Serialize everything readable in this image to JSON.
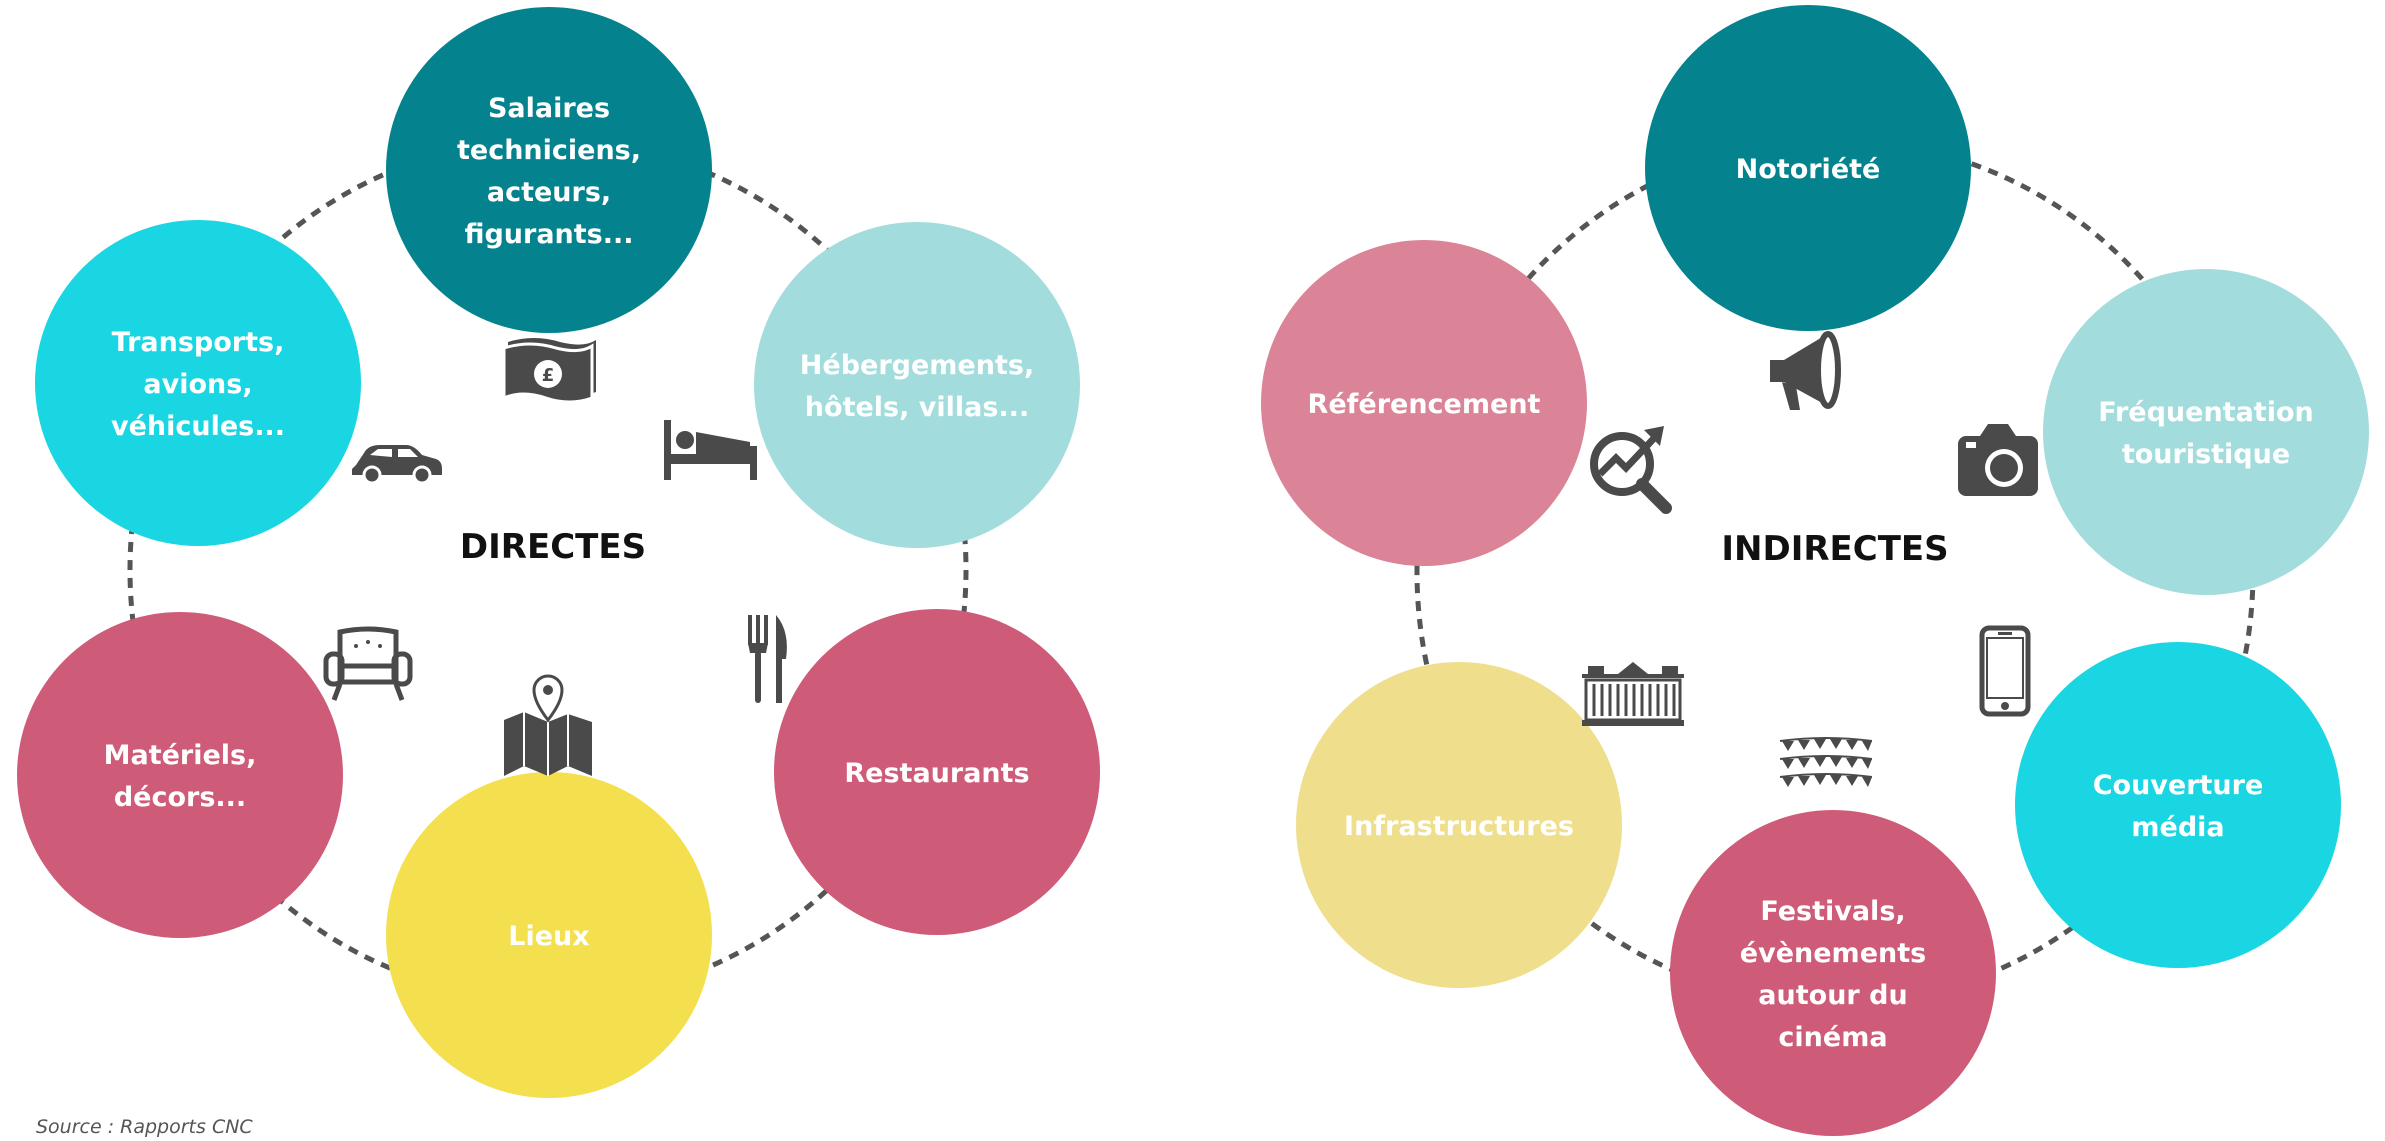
{
  "colors": {
    "teal_dark": "#04838F",
    "cyan": "#19D6E2",
    "teal_light": "#A3DCDD",
    "rose": "#CE5B78",
    "pink": "#DB8497",
    "yellow": "#F4DF4E",
    "pale_yellow": "#EFDE8C",
    "icon": "#4a4a4a"
  },
  "directes": {
    "title": "DIRECTES",
    "nodes": [
      {
        "lines": [
          "Salaires",
          "techniciens,",
          "acteurs,",
          "figurants..."
        ],
        "color": "teal_dark",
        "icon": "banknote-icon"
      },
      {
        "lines": [
          "Hébergements,",
          "hôtels, villas..."
        ],
        "color": "teal_light",
        "icon": "bed-icon"
      },
      {
        "lines": [
          "Restaurants"
        ],
        "color": "rose",
        "icon": "fork-knife-icon"
      },
      {
        "lines": [
          "Lieux"
        ],
        "color": "yellow",
        "icon": "map-pin-icon"
      },
      {
        "lines": [
          "Matériels,",
          "décors..."
        ],
        "color": "rose",
        "icon": "armchair-icon"
      },
      {
        "lines": [
          "Transports,",
          "avions,",
          "véhicules..."
        ],
        "color": "cyan",
        "icon": "car-icon"
      }
    ]
  },
  "indirectes": {
    "title": "INDIRECTES",
    "nodes": [
      {
        "lines": [
          "Notoriété"
        ],
        "color": "teal_dark",
        "icon": "megaphone-icon"
      },
      {
        "lines": [
          "Fréquentation",
          "touristique"
        ],
        "color": "teal_light",
        "icon": "camera-icon"
      },
      {
        "lines": [
          "Couverture",
          "média"
        ],
        "color": "cyan",
        "icon": "smartphone-icon"
      },
      {
        "lines": [
          "Festivals,",
          "évènements",
          "autour du",
          "cinéma"
        ],
        "color": "rose",
        "icon": "bunting-icon"
      },
      {
        "lines": [
          "Infrastructures"
        ],
        "color": "pale_yellow",
        "icon": "building-icon"
      },
      {
        "lines": [
          "Référencement"
        ],
        "color": "pink",
        "icon": "search-analytics-icon"
      }
    ]
  },
  "source": "Source : Rapports CNC"
}
